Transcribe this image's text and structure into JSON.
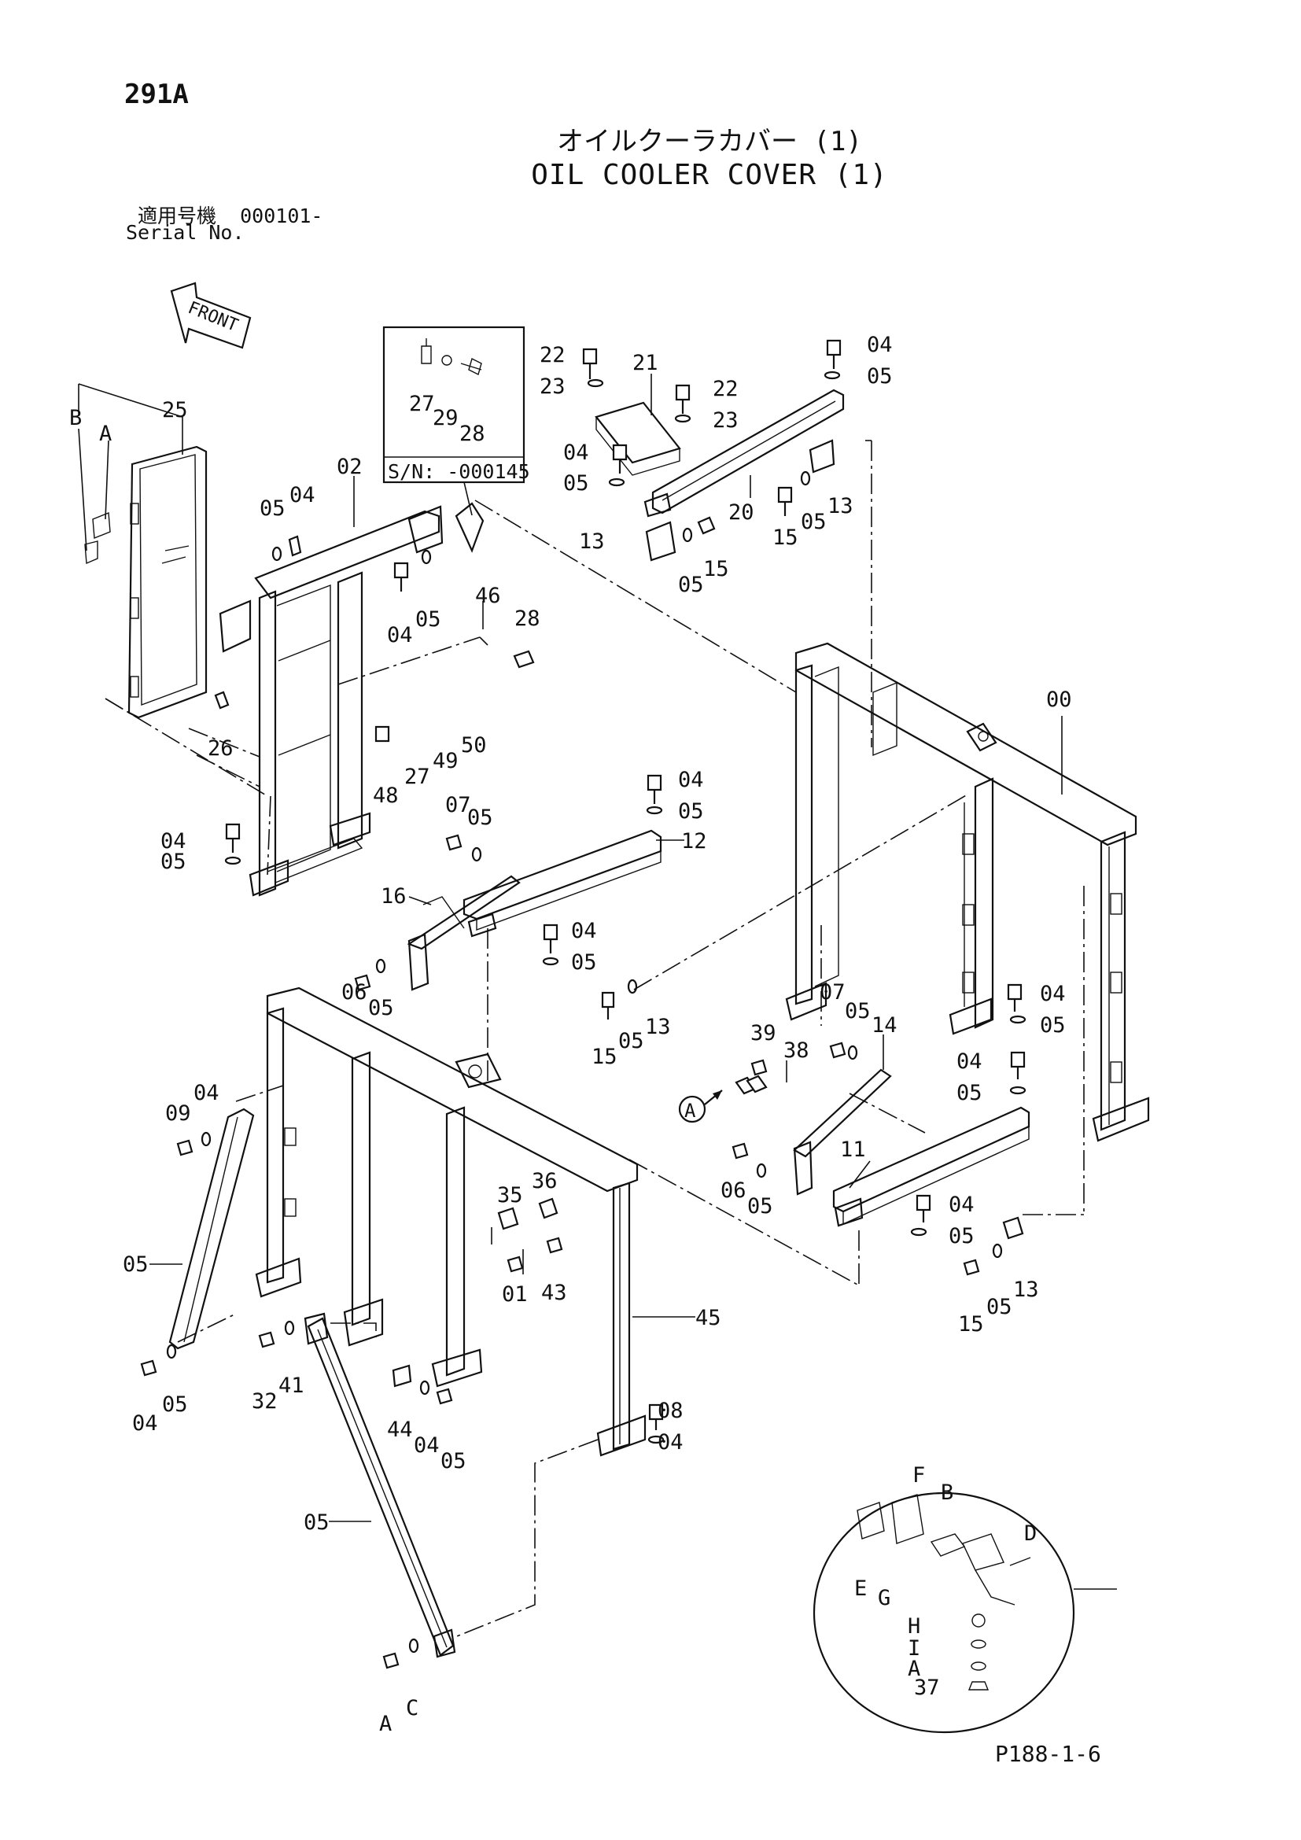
{
  "header": {
    "page_code": "291A",
    "title_jp": "オイルクーラカバー (1)",
    "title_en": "OIL COOLER COVER (1)",
    "serial_label_jp": "適用号機",
    "serial_value": "000101-",
    "serial_label_en": "Serial No."
  },
  "inset": {
    "serial_range": "S/N: -000145"
  },
  "front_arrow": "FRONT",
  "footer": {
    "page_ref": "P188-1-6"
  },
  "callouts": [
    "25",
    "B",
    "A",
    "02",
    "05",
    "04",
    "04",
    "05",
    "46",
    "28",
    "27",
    "29",
    "28",
    "26",
    "27",
    "49",
    "50",
    "48",
    "22",
    "23",
    "21",
    "22",
    "23",
    "04",
    "05",
    "20",
    "04",
    "05",
    "15",
    "05",
    "13",
    "13",
    "05",
    "15",
    "00",
    "04",
    "05",
    "07",
    "05",
    "12",
    "16",
    "04",
    "05",
    "06",
    "05",
    "15",
    "05",
    "13",
    "04",
    "05",
    "04",
    "05",
    "07",
    "05",
    "14",
    "39",
    "38",
    "A",
    "06",
    "05",
    "11",
    "04",
    "05",
    "15",
    "05",
    "13",
    "04",
    "05",
    "09",
    "04",
    "05",
    "04",
    "05",
    "32",
    "41",
    "35",
    "36",
    "01",
    "43",
    "45",
    "44",
    "04",
    "05",
    "08",
    "04",
    "05",
    "A",
    "C",
    "F",
    "B",
    "D",
    "E",
    "G",
    "H",
    "I",
    "A",
    "37"
  ]
}
